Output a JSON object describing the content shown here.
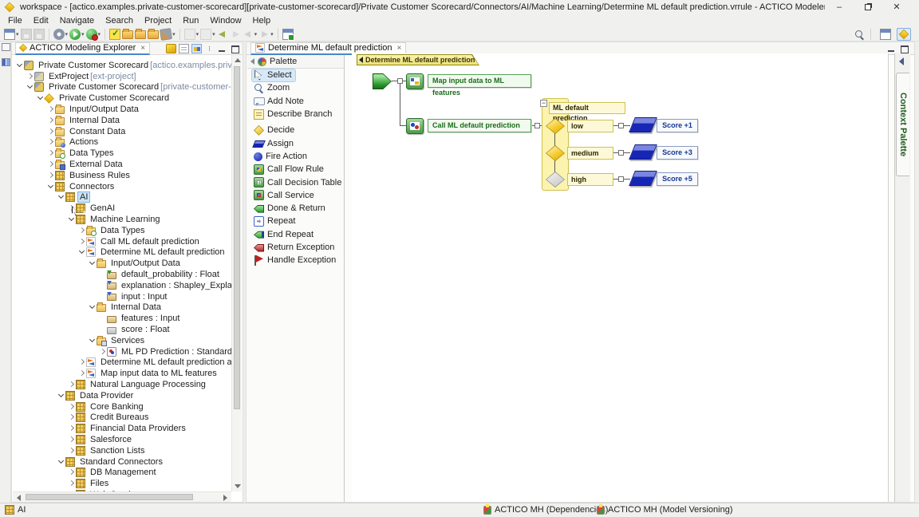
{
  "window": {
    "title": "workspace - [actico.examples.private-customer-scorecard][private-customer-scorecard]/Private Customer Scorecard/Connectors/AI/Machine Learning/Determine ML default prediction.vrrule - ACTICO Modeler"
  },
  "menu": {
    "items": [
      "File",
      "Edit",
      "Navigate",
      "Search",
      "Project",
      "Run",
      "Window",
      "Help"
    ]
  },
  "toolbar": {
    "groups": [
      [
        {
          "name": "new",
          "kind": "win",
          "dropdown": true
        },
        {
          "name": "save",
          "kind": "floppy",
          "disabled": true
        },
        {
          "name": "save-all",
          "kind": "floppy",
          "disabled": true
        }
      ],
      [
        {
          "name": "debug",
          "kind": "gear",
          "dropdown": true
        },
        {
          "name": "run",
          "kind": "run",
          "dropdown": true
        },
        {
          "name": "external-tools",
          "kind": "runq",
          "dropdown": true
        }
      ],
      [
        {
          "name": "validate",
          "kind": "check"
        },
        {
          "name": "folder-tool-1",
          "kind": "folder"
        },
        {
          "name": "folder-tool-2",
          "kind": "folder"
        },
        {
          "name": "folder-tool-3",
          "kind": "folder"
        },
        {
          "name": "format",
          "kind": "brush",
          "dropdown": true
        }
      ],
      [
        {
          "name": "prev-annotation",
          "kind": "doc",
          "dropdown": true,
          "disabled": true
        },
        {
          "name": "next-annotation",
          "kind": "doc",
          "dropdown": true,
          "disabled": true
        },
        {
          "name": "back-history",
          "kind": "curl"
        },
        {
          "name": "forward-history",
          "kind": "curr",
          "disabled": true
        },
        {
          "name": "back",
          "kind": "navl",
          "dropdown": true,
          "disabled": true
        },
        {
          "name": "forward",
          "kind": "navr",
          "dropdown": true,
          "disabled": true
        }
      ],
      [
        {
          "name": "new-editor-window",
          "kind": "winplus"
        }
      ]
    ]
  },
  "explorer": {
    "tab": "ACTICO Modeling Explorer",
    "tree": [
      {
        "l": 0,
        "c": "v",
        "i": "proj",
        "t": "Private Customer Scorecard",
        "s": " [actico.examples.private-customer-"
      },
      {
        "l": 1,
        "c": ">",
        "i": "extproj",
        "t": "ExtProject",
        "s": " [ext-project]"
      },
      {
        "l": 1,
        "c": "v",
        "i": "proj",
        "t": "Private Customer Scorecard",
        "s": " [private-customer-scorecard]"
      },
      {
        "l": 2,
        "c": "v",
        "i": "gem",
        "t": "Private Customer Scorecard"
      },
      {
        "l": 3,
        "c": ">",
        "i": "folder",
        "t": "Input/Output Data"
      },
      {
        "l": 3,
        "c": ">",
        "i": "folder",
        "t": "Internal Data"
      },
      {
        "l": 3,
        "c": ">",
        "i": "folder",
        "t": "Constant Data"
      },
      {
        "l": 3,
        "c": ">",
        "i": "actions",
        "t": "Actions"
      },
      {
        "l": 3,
        "c": ">",
        "i": "dtypes",
        "t": "Data Types"
      },
      {
        "l": 3,
        "c": ">",
        "i": "folderb",
        "t": "External Data"
      },
      {
        "l": 3,
        "c": ">",
        "i": "grid",
        "t": "Business Rules"
      },
      {
        "l": 3,
        "c": "v",
        "i": "grid",
        "t": "Connectors"
      },
      {
        "l": 4,
        "c": "v",
        "i": "grid",
        "t": "AI",
        "sel": true
      },
      {
        "l": 5,
        "c": ">",
        "i": "genai",
        "t": "GenAI",
        "cursor": true
      },
      {
        "l": 5,
        "c": "v",
        "i": "grid",
        "t": "Machine Learning"
      },
      {
        "l": 6,
        "c": ">",
        "i": "dtypes",
        "t": "Data Types"
      },
      {
        "l": 6,
        "c": ">",
        "i": "rule",
        "t": "Call ML default prediction"
      },
      {
        "l": 6,
        "c": "v",
        "i": "rule",
        "t": "Determine ML default prediction"
      },
      {
        "l": 7,
        "c": "v",
        "i": "folder",
        "t": "Input/Output Data"
      },
      {
        "l": 8,
        "c": "",
        "i": "dio",
        "t": "default_probability : Float"
      },
      {
        "l": 8,
        "c": "",
        "i": "din",
        "t": "explanation : Shapley_Explanation"
      },
      {
        "l": 8,
        "c": "",
        "i": "din",
        "t": "input : Input"
      },
      {
        "l": 7,
        "c": "v",
        "i": "folder",
        "t": "Internal Data"
      },
      {
        "l": 8,
        "c": "",
        "i": "dat",
        "t": "features : Input"
      },
      {
        "l": 8,
        "c": "",
        "i": "dat2",
        "t": "score : Float"
      },
      {
        "l": 7,
        "c": "v",
        "i": "foldersv",
        "t": "Services"
      },
      {
        "l": 8,
        "c": ">",
        "i": "svc",
        "t": "ML PD Prediction : Standard"
      },
      {
        "l": 6,
        "c": ">",
        "i": "rule",
        "t": "Determine ML default prediction and explana"
      },
      {
        "l": 6,
        "c": ">",
        "i": "rule",
        "t": "Map input data to ML features"
      },
      {
        "l": 5,
        "c": ">",
        "i": "grid",
        "t": "Natural Language Processing"
      },
      {
        "l": 4,
        "c": "v",
        "i": "grid",
        "t": "Data Provider"
      },
      {
        "l": 5,
        "c": ">",
        "i": "grid",
        "t": "Core Banking"
      },
      {
        "l": 5,
        "c": ">",
        "i": "grid",
        "t": "Credit Bureaus"
      },
      {
        "l": 5,
        "c": ">",
        "i": "grid",
        "t": "Financial Data Providers"
      },
      {
        "l": 5,
        "c": ">",
        "i": "grid",
        "t": "Salesforce"
      },
      {
        "l": 5,
        "c": ">",
        "i": "grid",
        "t": "Sanction Lists"
      },
      {
        "l": 4,
        "c": "v",
        "i": "grid",
        "t": "Standard Connectors"
      },
      {
        "l": 5,
        "c": ">",
        "i": "grid",
        "t": "DB Management"
      },
      {
        "l": 5,
        "c": ">",
        "i": "grid",
        "t": "Files"
      },
      {
        "l": 5,
        "c": ">",
        "i": "grid",
        "t": "Web Service"
      }
    ]
  },
  "editor": {
    "tab": "Determine ML default prediction"
  },
  "palette": {
    "title": "Palette",
    "items": [
      {
        "i": "select",
        "t": "Select",
        "sel": true
      },
      {
        "i": "zoom",
        "t": "Zoom"
      },
      {
        "i": "note",
        "t": "Add Note"
      },
      {
        "i": "describe",
        "t": "Describe Branch"
      },
      {
        "i": "decide",
        "t": "Decide",
        "gap": true
      },
      {
        "i": "assign",
        "t": "Assign"
      },
      {
        "i": "fire",
        "t": "Fire Action"
      },
      {
        "i": "cfr",
        "t": "Call Flow Rule"
      },
      {
        "i": "cdt",
        "t": "Call Decision Table"
      },
      {
        "i": "csvc",
        "t": "Call Service"
      },
      {
        "i": "done",
        "t": "Done & Return"
      },
      {
        "i": "repeat",
        "t": "Repeat"
      },
      {
        "i": "endrep",
        "t": "End Repeat"
      },
      {
        "i": "retex",
        "t": "Return Exception"
      },
      {
        "i": "handex",
        "t": "Handle Exception"
      }
    ]
  },
  "context_palette": {
    "label": "Context Palette"
  },
  "diagram": {
    "title": "Determine ML default prediction",
    "tasks": [
      {
        "icon": "flow-rule",
        "label": "Map input data to ML features"
      },
      {
        "icon": "service",
        "label": "Call ML default prediction"
      }
    ],
    "decision": {
      "header": "ML default prediction",
      "branches": [
        {
          "condition": "low",
          "diamond": "yellow",
          "action": "Score +1"
        },
        {
          "condition": "medium",
          "diamond": "yellow",
          "action": "Score +3"
        },
        {
          "condition": "high",
          "diamond": "gray",
          "action": "Score +5"
        }
      ]
    }
  },
  "statusbar": {
    "left": "AI",
    "items": [
      "ACTICO MH (Dependencies)",
      "ACTICO MH (Model Versioning)"
    ]
  },
  "colors": {
    "selection_blue": "#cbe4f6",
    "node_green": "#4a9a48",
    "decision_yellow": "#f4c828",
    "assign_blue": "#1726b4",
    "label_green_border": "#55a055",
    "tab_yellow": "#faf4b0"
  }
}
